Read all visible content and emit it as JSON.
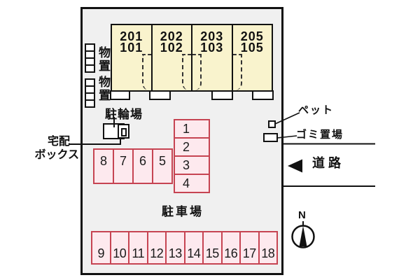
{
  "colors": {
    "unit-fill": "#f9f3cd",
    "parking-fill": "#fde9ee",
    "parking-border": "#c64452",
    "site-bg": "#f0f0f0",
    "ink": "#111111"
  },
  "building": {
    "units": [
      {
        "upper": "201",
        "lower": "101"
      },
      {
        "upper": "202",
        "lower": "102"
      },
      {
        "upper": "203",
        "lower": "103"
      },
      {
        "upper": "205",
        "lower": "105"
      }
    ]
  },
  "labels": {
    "storage": "物置",
    "bicycle_parking": "駐輪場",
    "delivery_line1": "宅配",
    "delivery_line2": "ボックス",
    "car_parking": "駐車場",
    "pet": "ペット",
    "garbage": "ゴミ置場",
    "road": "道路",
    "compass_north": "N"
  },
  "parking": {
    "column": [
      "1",
      "2",
      "3",
      "4"
    ],
    "middle_row": [
      "8",
      "7",
      "6",
      "5"
    ],
    "bottom_row": [
      "9",
      "10",
      "11",
      "12",
      "13",
      "14",
      "15",
      "16",
      "17",
      "18"
    ]
  }
}
